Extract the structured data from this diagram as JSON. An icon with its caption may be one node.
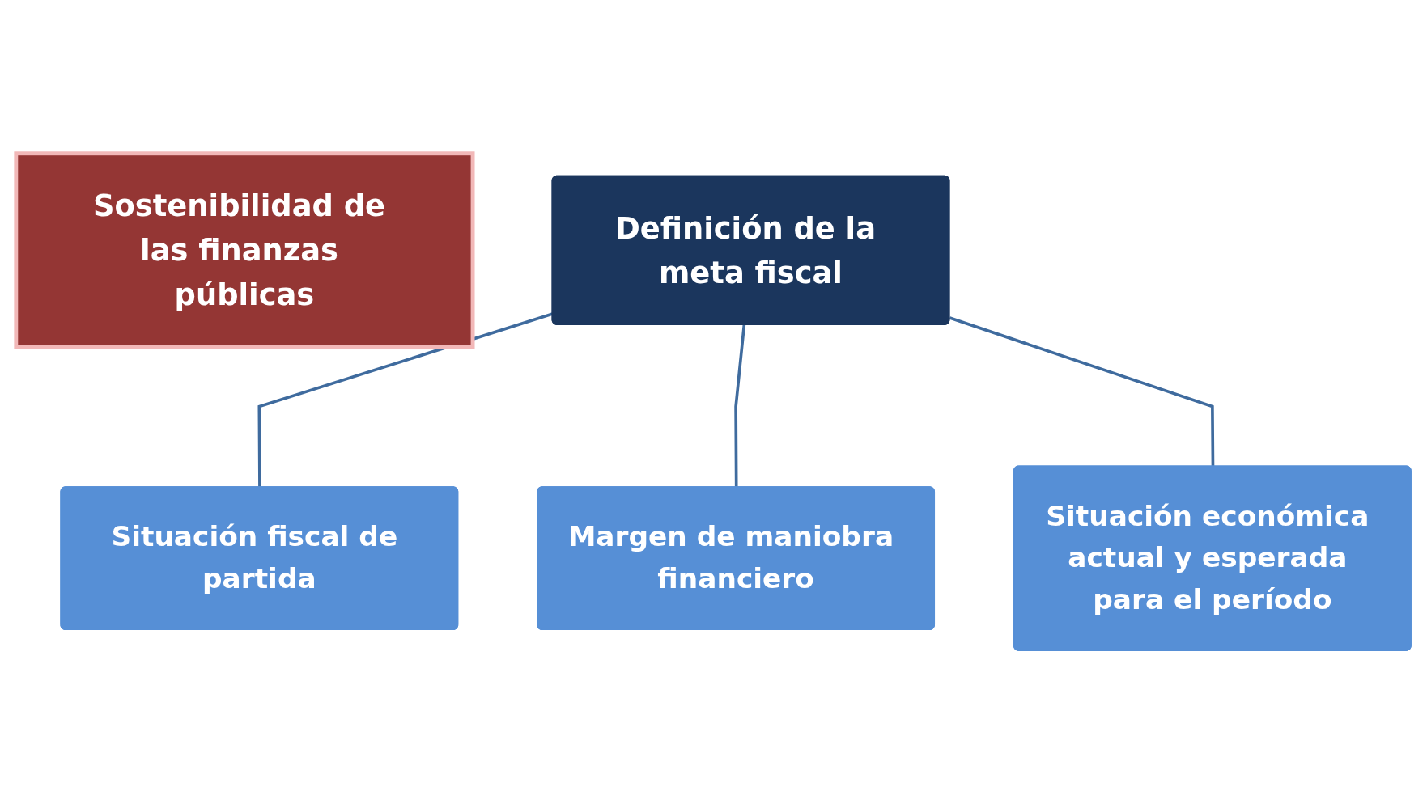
{
  "diagram": {
    "nodes": [
      {
        "text": [
          "Sostenibilidad de las finanzas públicas"
        ]
      },
      {
        "text": [
          "Definición de la meta fiscal"
        ]
      },
      {
        "text": [
          "Situación fiscal de partida"
        ]
      },
      {
        "text": [
          "Margen de maniobra financiero"
        ]
      },
      {
        "text": [
          "Situación económica actual y esperada para el período"
        ]
      }
    ],
    "edges": [
      {
        "from": 1,
        "to": 2,
        "arrow": "none"
      },
      {
        "from": 1,
        "to": 3,
        "arrow": "none"
      },
      {
        "from": 1,
        "to": 4,
        "arrow": "none"
      }
    ]
  }
}
